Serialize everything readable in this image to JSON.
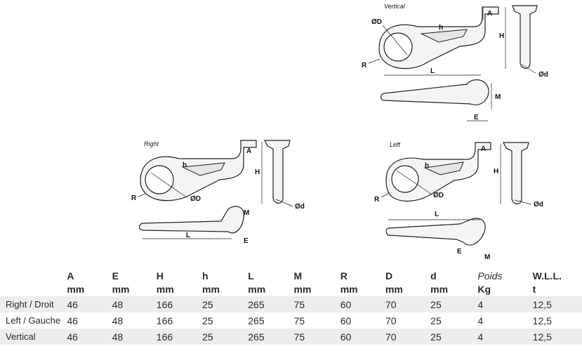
{
  "views": {
    "vertical": {
      "title": "Vertical",
      "labels": {
        "dia": "ØD",
        "h_small": "h",
        "a": "A",
        "h_big": "H",
        "r": "R",
        "l": "L",
        "m": "M",
        "e": "E",
        "d_small": "Ød"
      }
    },
    "right": {
      "title": "Right",
      "labels": {
        "dia": "ØD",
        "h_small": "h",
        "a": "A",
        "h_big": "H",
        "r": "R",
        "l": "L",
        "m": "M",
        "e": "E",
        "d_small": "Ød"
      }
    },
    "left": {
      "title": "Left",
      "labels": {
        "dia": "ØD",
        "h_small": "h",
        "a": "A",
        "h_big": "H",
        "r": "R",
        "l": "L",
        "m": "M",
        "e": "E",
        "d_small": "Ød"
      }
    }
  },
  "table": {
    "headers": [
      {
        "top": "A",
        "unit": "mm"
      },
      {
        "top": "E",
        "unit": "mm"
      },
      {
        "top": "H",
        "unit": "mm"
      },
      {
        "top": "h",
        "unit": "mm"
      },
      {
        "top": "L",
        "unit": "mm"
      },
      {
        "top": "M",
        "unit": "mm"
      },
      {
        "top": "R",
        "unit": "mm"
      },
      {
        "top": "D",
        "unit": "mm"
      },
      {
        "top": "d",
        "unit": "mm"
      },
      {
        "top": "Poids",
        "unit": "Kg"
      },
      {
        "top": "W.L.L.",
        "unit": "t"
      }
    ],
    "rows": [
      {
        "label": "Right / Droit",
        "values": [
          "46",
          "48",
          "166",
          "25",
          "265",
          "75",
          "60",
          "70",
          "25",
          "4",
          "12,5"
        ]
      },
      {
        "label": "Left / Gauche",
        "values": [
          "46",
          "48",
          "166",
          "25",
          "265",
          "75",
          "60",
          "70",
          "25",
          "4",
          "12,5"
        ]
      },
      {
        "label": "Vertical",
        "values": [
          "46",
          "48",
          "166",
          "25",
          "265",
          "75",
          "60",
          "70",
          "25",
          "4",
          "12,5"
        ]
      }
    ]
  }
}
